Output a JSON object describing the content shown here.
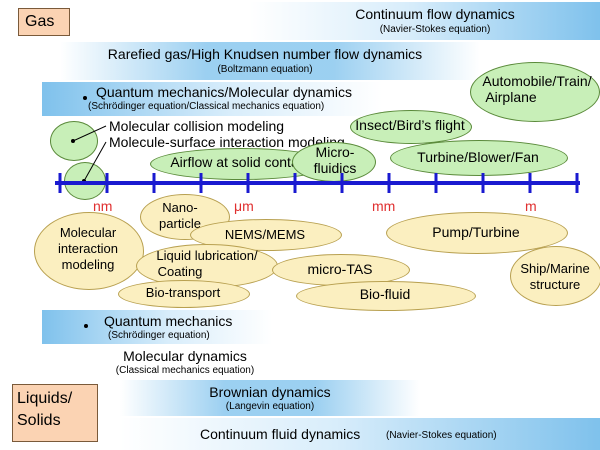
{
  "categories": {
    "gas": "Gas",
    "liquids_solids_line1": "Liquids/",
    "liquids_solids_line2": "Solids"
  },
  "gas_bands": {
    "continuum_flow": {
      "title": "Continuum flow dynamics",
      "sub": "(Navier-Stokes equation)"
    },
    "rarefied_gas": {
      "title": "Rarefied gas/High Knudsen number flow dynamics",
      "sub": "(Boltzmann equation)"
    },
    "quantum_molecular": {
      "title": "Quantum mechanics/Molecular dynamics",
      "sub": "(Schrödinger equation/Classical mechanics equation)"
    },
    "molecular_collision": "Molecular collision modeling",
    "molecule_surface": "Molecule-surface interaction modeling"
  },
  "liquid_bands": {
    "quantum": {
      "title": "Quantum mechanics",
      "sub": "(Schrödinger equation)"
    },
    "molecular": {
      "title": "Molecular dynamics",
      "sub": "(Classical mechanics equation)"
    },
    "brownian": {
      "title": "Brownian dynamics",
      "sub": "(Langevin equation)"
    },
    "continuum_fluid": {
      "title": "Continuum fluid dynamics",
      "sub": "(Navier-Stokes equation)"
    }
  },
  "scale_units": [
    "nm",
    "μm",
    "mm",
    "m"
  ],
  "gas_applications": {
    "automobile_line1": "Automobile/Train/",
    "automobile_line2": "Airplane",
    "insect": "Insect/Bird’s flight",
    "turbine": "Turbine/Blower/Fan",
    "airflow": "Airflow at solid contact",
    "microfluidics_line1": "Micro-",
    "microfluidics_line2": "fluidics"
  },
  "liquid_applications": {
    "molecular_interaction_line1": "Molecular",
    "molecular_interaction_line2": "interaction",
    "molecular_interaction_line3": "modeling",
    "nanoparticle_line1": "Nano-",
    "nanoparticle_line2": "particle",
    "nems": "NEMS/MEMS",
    "liquid_lubrication_line1": "Liquid lubrication/",
    "liquid_lubrication_line2": "Coating",
    "micro_tas": "micro-TAS",
    "bio_transport": "Bio-transport",
    "bio_fluid": "Bio-fluid",
    "pump": "Pump/Turbine",
    "ship_line1": "Ship/Marine",
    "ship_line2": "structure"
  },
  "colors": {
    "band_blue": "#78bee8",
    "category_box": "#fbd3b3",
    "gas_ellipse": "#c8efb8",
    "liquid_ellipse": "#fbefc0",
    "axis": "#1a1ad0",
    "unit_label": "#e03030"
  }
}
